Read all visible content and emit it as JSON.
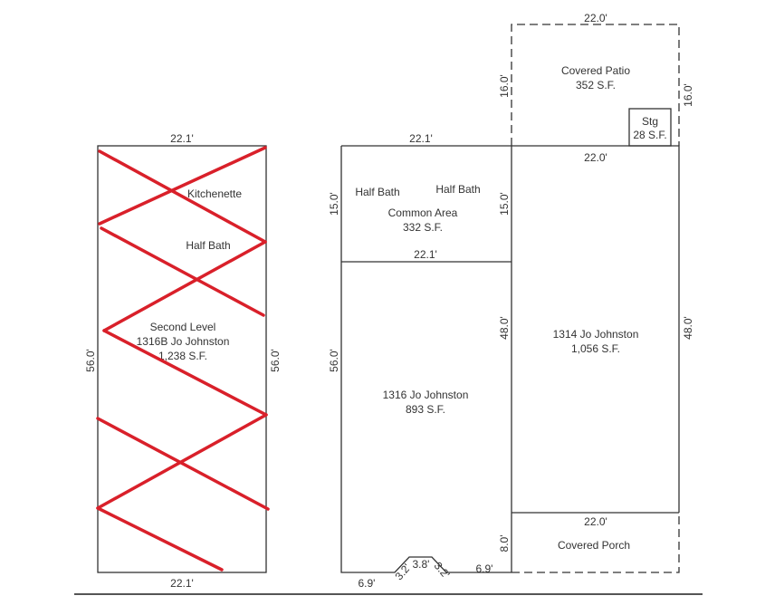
{
  "colors": {
    "line": "#333333",
    "cross_out": "#d9202a"
  },
  "second_level": {
    "title": "Second Level",
    "address": "1316B Jo Johnston",
    "area": "1,238 S.F.",
    "room_kitchenette": "Kitchenette",
    "room_half_bath": "Half Bath",
    "dim_top": "22.1'",
    "dim_bottom": "22.1'",
    "dim_left": "56.0'",
    "dim_right": "56.0'"
  },
  "main_level": {
    "common_area": {
      "title": "Common Area",
      "area": "332 S.F.",
      "half_bath_1": "Half Bath",
      "half_bath_2": "Half Bath",
      "dim_top": "22.1'",
      "dim_bottom": "22.1'",
      "dim_left": "15.0'",
      "dim_right": "15.0'"
    },
    "unit_1316": {
      "title": "1316 Jo Johnston",
      "area": "893 S.F.",
      "dim_left": "56.0'",
      "dim_right": "48.0'"
    },
    "unit_1314": {
      "title": "1314 Jo Johnston",
      "area": "1,056 S.F.",
      "dim_top": "22.0'",
      "dim_right": "48.0'"
    },
    "covered_patio": {
      "title": "Covered Patio",
      "area": "352 S.F.",
      "dim_top": "22.0'",
      "dim_left": "16.0'",
      "dim_right": "16.0'"
    },
    "storage": {
      "title": "Stg",
      "area": "28 S.F."
    },
    "covered_porch": {
      "title": "Covered Porch",
      "dim_top": "22.0'",
      "dim_left": "8.0'"
    },
    "bay": {
      "left": "6.9'",
      "right": "6.9'",
      "side_left": "3.2'",
      "center": "3.8'",
      "side_right": "3.2'"
    }
  }
}
